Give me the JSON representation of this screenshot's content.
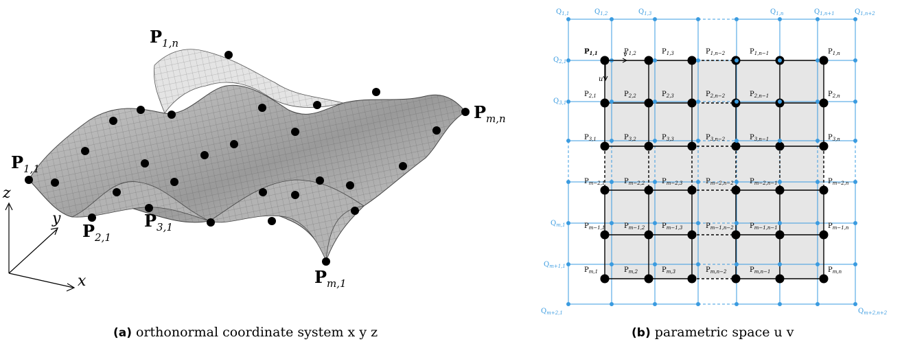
{
  "panel_a": {
    "caption_tag": "(a)",
    "caption_text": "orthonormal coordinate system x y z",
    "axes": {
      "x": "x",
      "y": "y",
      "z": "z"
    },
    "point_labels": {
      "p11": {
        "main": "P",
        "sub": "1,1"
      },
      "p1n": {
        "main": "P",
        "sub": "1,n"
      },
      "pmn": {
        "main": "P",
        "sub": "m,n"
      },
      "p21": {
        "main": "P",
        "sub": "2,1"
      },
      "p31": {
        "main": "P",
        "sub": "3,1"
      },
      "pm1": {
        "main": "P",
        "sub": "m,1"
      }
    }
  },
  "panel_b": {
    "caption_tag": "(b)",
    "caption_text": "parametric space u v",
    "direction_labels": {
      "u": "u",
      "v": "v"
    },
    "p_labels": [
      {
        "id": "r1c1",
        "text": "P",
        "sub": "1,1"
      },
      {
        "id": "r1c2",
        "text": "P",
        "sub": "1,2"
      },
      {
        "id": "r1c3",
        "text": "P",
        "sub": "1,3"
      },
      {
        "id": "r1c4",
        "text": "P",
        "sub": "1,n−2"
      },
      {
        "id": "r1c5",
        "text": "P",
        "sub": "1,n−1"
      },
      {
        "id": "r1c6",
        "text": "P",
        "sub": "1,n"
      },
      {
        "id": "r2c1",
        "text": "P",
        "sub": "2,1"
      },
      {
        "id": "r2c2",
        "text": "P",
        "sub": "2,2"
      },
      {
        "id": "r2c3",
        "text": "P",
        "sub": "2,3"
      },
      {
        "id": "r2c4",
        "text": "P",
        "sub": "2,n−2"
      },
      {
        "id": "r2c5",
        "text": "P",
        "sub": "2,n−1"
      },
      {
        "id": "r2c6",
        "text": "P",
        "sub": "2,n"
      },
      {
        "id": "r3c1",
        "text": "P",
        "sub": "3,1"
      },
      {
        "id": "r3c2",
        "text": "P",
        "sub": "3,2"
      },
      {
        "id": "r3c3",
        "text": "P",
        "sub": "3,3"
      },
      {
        "id": "r3c4",
        "text": "P",
        "sub": "3,n−2"
      },
      {
        "id": "r3c5",
        "text": "P",
        "sub": "3,n−1"
      },
      {
        "id": "r3c6",
        "text": "P",
        "sub": "3,n"
      },
      {
        "id": "r4c1",
        "text": "P",
        "sub": "m−2,1"
      },
      {
        "id": "r4c2",
        "text": "P",
        "sub": "m−2,2"
      },
      {
        "id": "r4c3",
        "text": "P",
        "sub": "m−2,3"
      },
      {
        "id": "r4c4",
        "text": "P",
        "sub": "m−2,n−2"
      },
      {
        "id": "r4c5",
        "text": "P",
        "sub": "m−2,n−1"
      },
      {
        "id": "r4c6",
        "text": "P",
        "sub": "m−2,n"
      },
      {
        "id": "r5c1",
        "text": "P",
        "sub": "m−1,1"
      },
      {
        "id": "r5c2",
        "text": "P",
        "sub": "m−1,2"
      },
      {
        "id": "r5c3",
        "text": "P",
        "sub": "m−1,3"
      },
      {
        "id": "r5c4",
        "text": "P",
        "sub": "m−1,n−2"
      },
      {
        "id": "r5c5",
        "text": "P",
        "sub": "m−1,n−1"
      },
      {
        "id": "r5c6",
        "text": "P",
        "sub": "m−1,n"
      },
      {
        "id": "r6c1",
        "text": "P",
        "sub": "m,1"
      },
      {
        "id": "r6c2",
        "text": "P",
        "sub": "m,2"
      },
      {
        "id": "r6c3",
        "text": "P",
        "sub": "m,3"
      },
      {
        "id": "r6c4",
        "text": "P",
        "sub": "m,n−2"
      },
      {
        "id": "r6c5",
        "text": "P",
        "sub": "m,n−1"
      },
      {
        "id": "r6c6",
        "text": "P",
        "sub": "m,n"
      }
    ],
    "q_labels": [
      {
        "id": "q11",
        "text": "Q",
        "sub": "1,1"
      },
      {
        "id": "q12",
        "text": "Q",
        "sub": "1,2"
      },
      {
        "id": "q13",
        "text": "Q",
        "sub": "1,3"
      },
      {
        "id": "q1n",
        "text": "Q",
        "sub": "1,n"
      },
      {
        "id": "q1n1",
        "text": "Q",
        "sub": "1,n+1"
      },
      {
        "id": "q1n2",
        "text": "Q",
        "sub": "1,n+2"
      },
      {
        "id": "q21",
        "text": "Q",
        "sub": "2,1"
      },
      {
        "id": "q31",
        "text": "Q",
        "sub": "3,1"
      },
      {
        "id": "qm1",
        "text": "Q",
        "sub": "m,1"
      },
      {
        "id": "qm11",
        "text": "Q",
        "sub": "m+1,1"
      },
      {
        "id": "qm21",
        "text": "Q",
        "sub": "m+2,1"
      },
      {
        "id": "qm2n2",
        "text": "Q",
        "sub": "m+2,n+2"
      }
    ],
    "colors": {
      "q_grid": "#3a9be0",
      "p_grid": "#000000",
      "shade": "#e6e6e6"
    }
  }
}
